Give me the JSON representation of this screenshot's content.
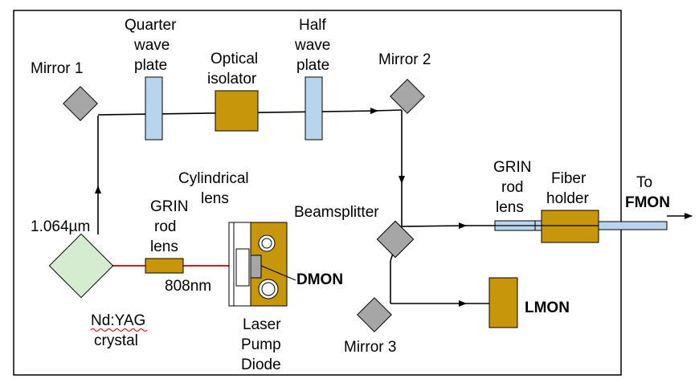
{
  "labels": {
    "mirror1": "Mirror 1",
    "qwp_l1": "Quarter",
    "qwp_l2": "wave",
    "qwp_l3": "plate",
    "iso_l1": "Optical",
    "iso_l2": "isolator",
    "hwp_l1": "Half",
    "hwp_l2": "wave",
    "hwp_l3": "plate",
    "mirror2": "Mirror 2",
    "cyl_l1": "Cylindrical",
    "cyl_l2": "lens",
    "grin1_l1": "GRIN",
    "grin1_l2": "rod",
    "grin1_l3": "lens",
    "wavelength_out": "1.064µm",
    "wavelength_pump": "808nm",
    "dmon": "DMON",
    "nd_l1": "Nd:YAG",
    "nd_l2": "crystal",
    "pump_l1": "Laser",
    "pump_l2": "Pump",
    "pump_l3": "Diode",
    "beamsplitter": "Beamsplitter",
    "grin2_l1": "GRIN",
    "grin2_l2": "rod",
    "grin2_l3": "lens",
    "fiber_l1": "Fiber",
    "fiber_l2": "holder",
    "to": "To",
    "fmon": "FMON",
    "lmon": "LMON",
    "mirror3": "Mirror 3"
  },
  "colors": {
    "mirror": "#a6a6a6",
    "waveplate": "#b9d5ee",
    "component": "#c8960a",
    "crystal": "#d6ecd0",
    "pump_beam": "#c00000",
    "beam": "#000000"
  }
}
